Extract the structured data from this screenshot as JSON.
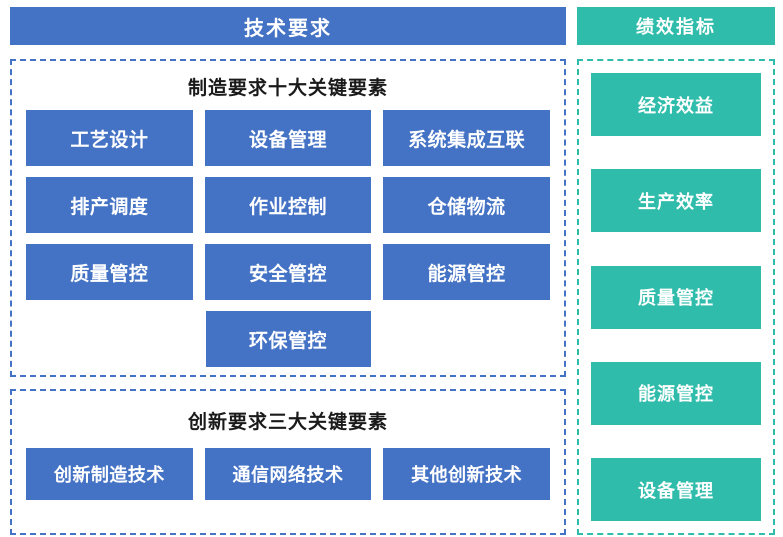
{
  "left_column": {
    "header": {
      "title": "技术要求",
      "color": "#4472C4"
    },
    "sections": [
      {
        "title": "制造要求十大关键要素",
        "rows": [
          [
            "工艺设计",
            "设备管理",
            "系统集成互联"
          ],
          [
            "排产调度",
            "作业控制",
            "仓储物流"
          ],
          [
            "质量管控",
            "安全管控",
            "能源管控"
          ],
          [
            "环保管控"
          ]
        ]
      },
      {
        "title": "创新要求三大关键要素",
        "rows": [
          [
            "创新制造技术",
            "通信网络技术",
            "其他创新技术"
          ]
        ]
      }
    ]
  },
  "right_column": {
    "header": {
      "title": "绩效指标",
      "color": "#2FBCAB"
    },
    "items": [
      "经济效益",
      "生产效率",
      "质量管控",
      "能源管控",
      "设备管理"
    ]
  },
  "colors": {
    "blue": "#4472C4",
    "teal": "#2FBCAB",
    "text_light": "#FFFFFF",
    "text_dark": "#1A1A1A",
    "background": "#FFFFFF"
  }
}
